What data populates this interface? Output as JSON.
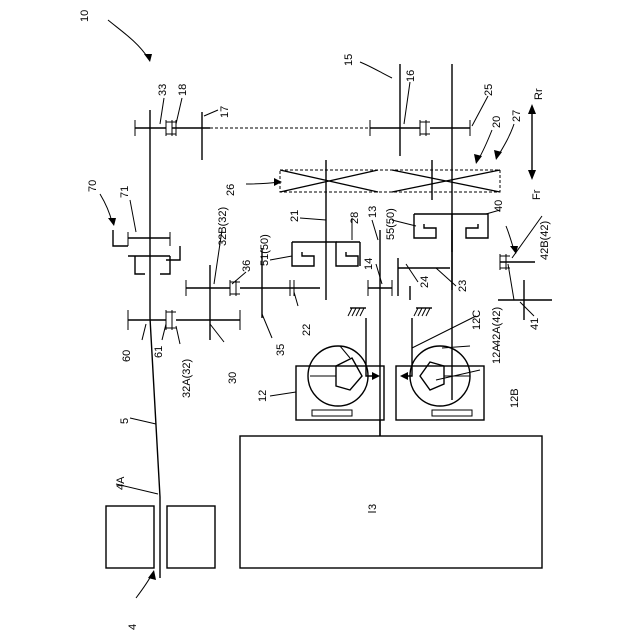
{
  "labels": {
    "l10": "10",
    "l15": "15",
    "l16": "16",
    "l25": "25",
    "lRr": "Rr",
    "l27": "27",
    "l20": "20",
    "lFr": "Fr",
    "l33": "33",
    "l18": "18",
    "l17": "17",
    "l26": "26",
    "l70": "70",
    "l71": "71",
    "l32B": "32B(32)",
    "l51": "51(50)",
    "l21": "21",
    "l28": "28",
    "l13": "13",
    "l55": "55(50)",
    "l40": "40",
    "l42B": "42B(42)",
    "l36": "36",
    "l14": "14",
    "l24": "24",
    "l23": "23",
    "l12C": "12C",
    "l42A": "42A(42)",
    "l41": "41",
    "l60": "60",
    "l61": "61",
    "l32A": "32A(32)",
    "l30": "30",
    "l35": "35",
    "l22": "22",
    "l12": "12",
    "l12A": "12A",
    "l12B": "12B",
    "l5": "5",
    "l4A": "4A",
    "l3": "3",
    "l4": "4"
  }
}
